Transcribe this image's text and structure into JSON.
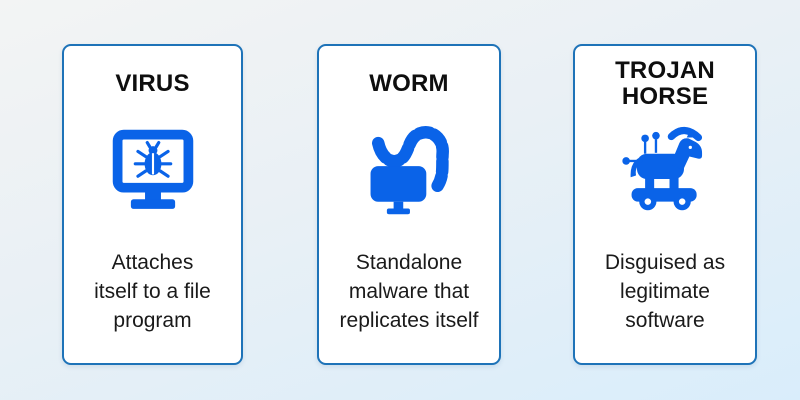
{
  "title": "Types of malware infographic",
  "colors": {
    "icon_blue": "#0a63e8",
    "card_border": "#1e73b8",
    "card_bg": "#ffffff",
    "bg_top": "#f3f4f4",
    "bg_bottom": "#d9edfb",
    "title_text": "#0e0e0e",
    "body_text": "#1a1a1a"
  },
  "cards": [
    {
      "title": "VIRUS",
      "icon": "virus-monitor-bug-icon",
      "description": "Attaches\nitself to a file\nprogram"
    },
    {
      "title": "WORM",
      "icon": "worm-icon",
      "description": "Standalone\nmalware that\nreplicates itself"
    },
    {
      "title": "TROJAN\nHORSE",
      "icon": "trojan-horse-icon",
      "description": "Disguised as\nlegitimate\nsoftware"
    }
  ]
}
